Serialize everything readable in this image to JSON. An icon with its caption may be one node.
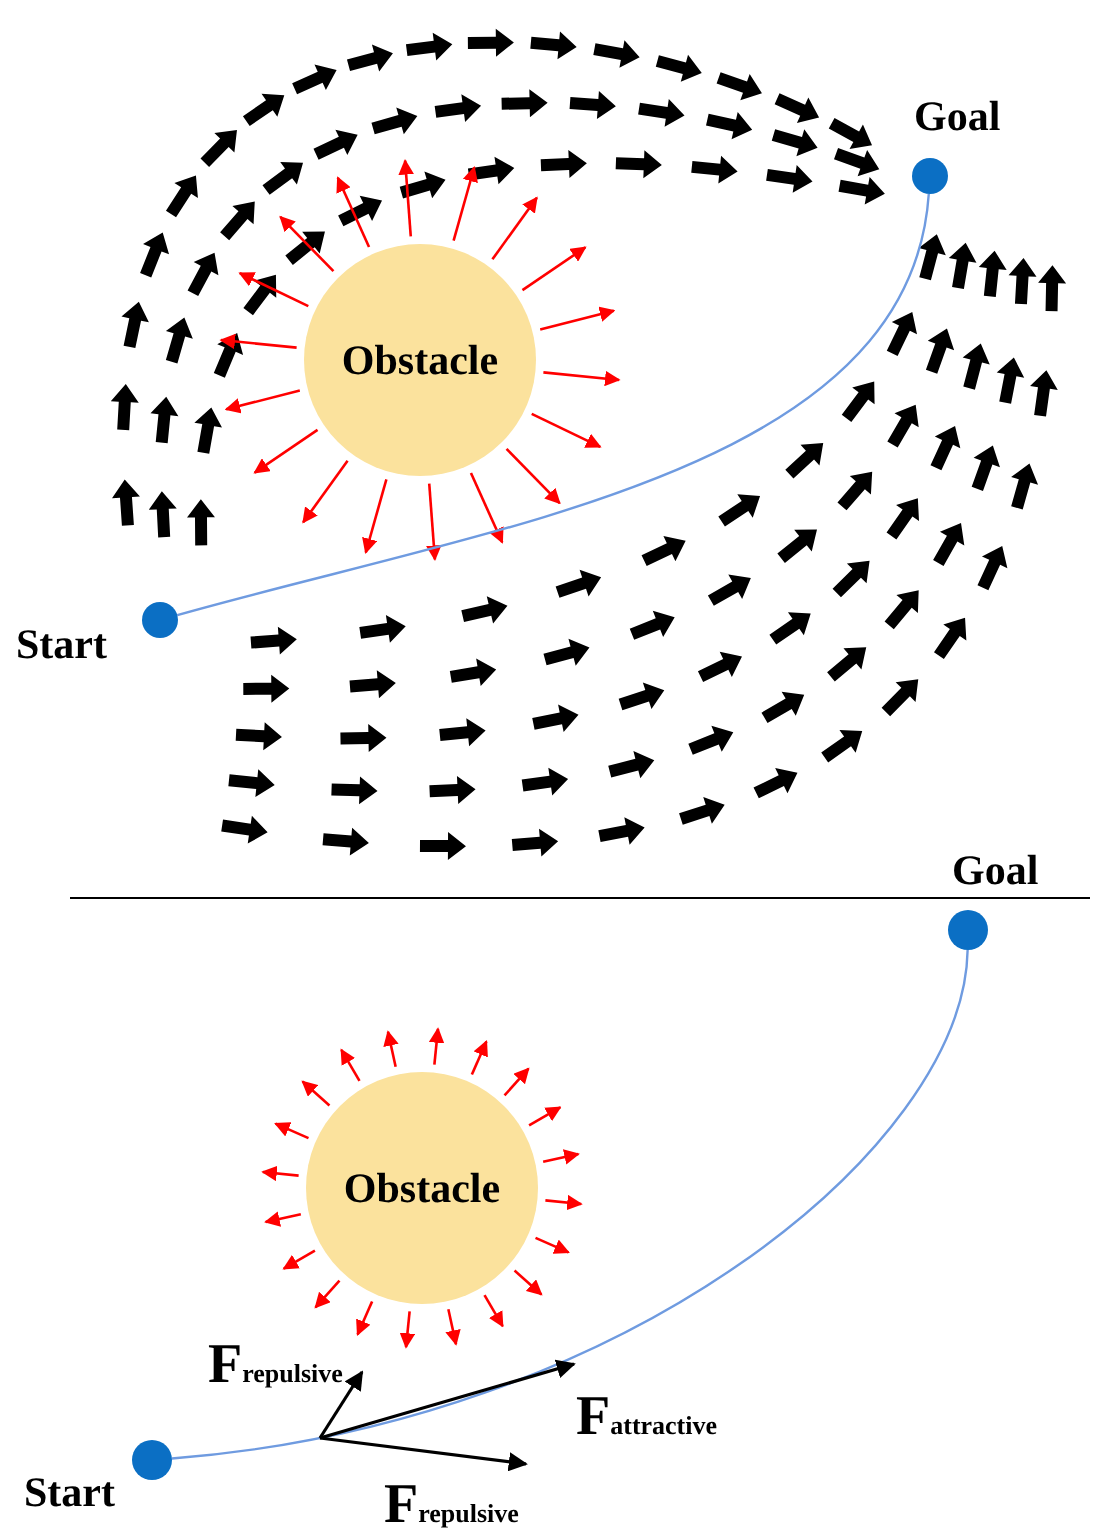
{
  "diagram": {
    "nodes": [
      {
        "text": [
          "Obstacle"
        ]
      },
      {
        "text": [],
        "shape": "circle",
        "beside": [
          "Start"
        ]
      },
      {
        "text": [],
        "shape": "circle",
        "beside": [
          "Goal"
        ]
      },
      {
        "text": [
          "Obstacle"
        ]
      },
      {
        "text": [],
        "shape": "circle",
        "beside": [
          "Start"
        ]
      },
      {
        "text": [],
        "shape": "circle",
        "beside": [
          "Goal"
        ]
      }
    ],
    "edges": [
      {
        "from": 1,
        "to": 2,
        "arrow": "none"
      },
      {
        "from": 4,
        "to": 5,
        "arrow": "none"
      }
    ],
    "labels": [
      "F$_{repulsive}$",
      "F$_{attractive}$",
      "F$_{repulsive}$"
    ]
  }
}
